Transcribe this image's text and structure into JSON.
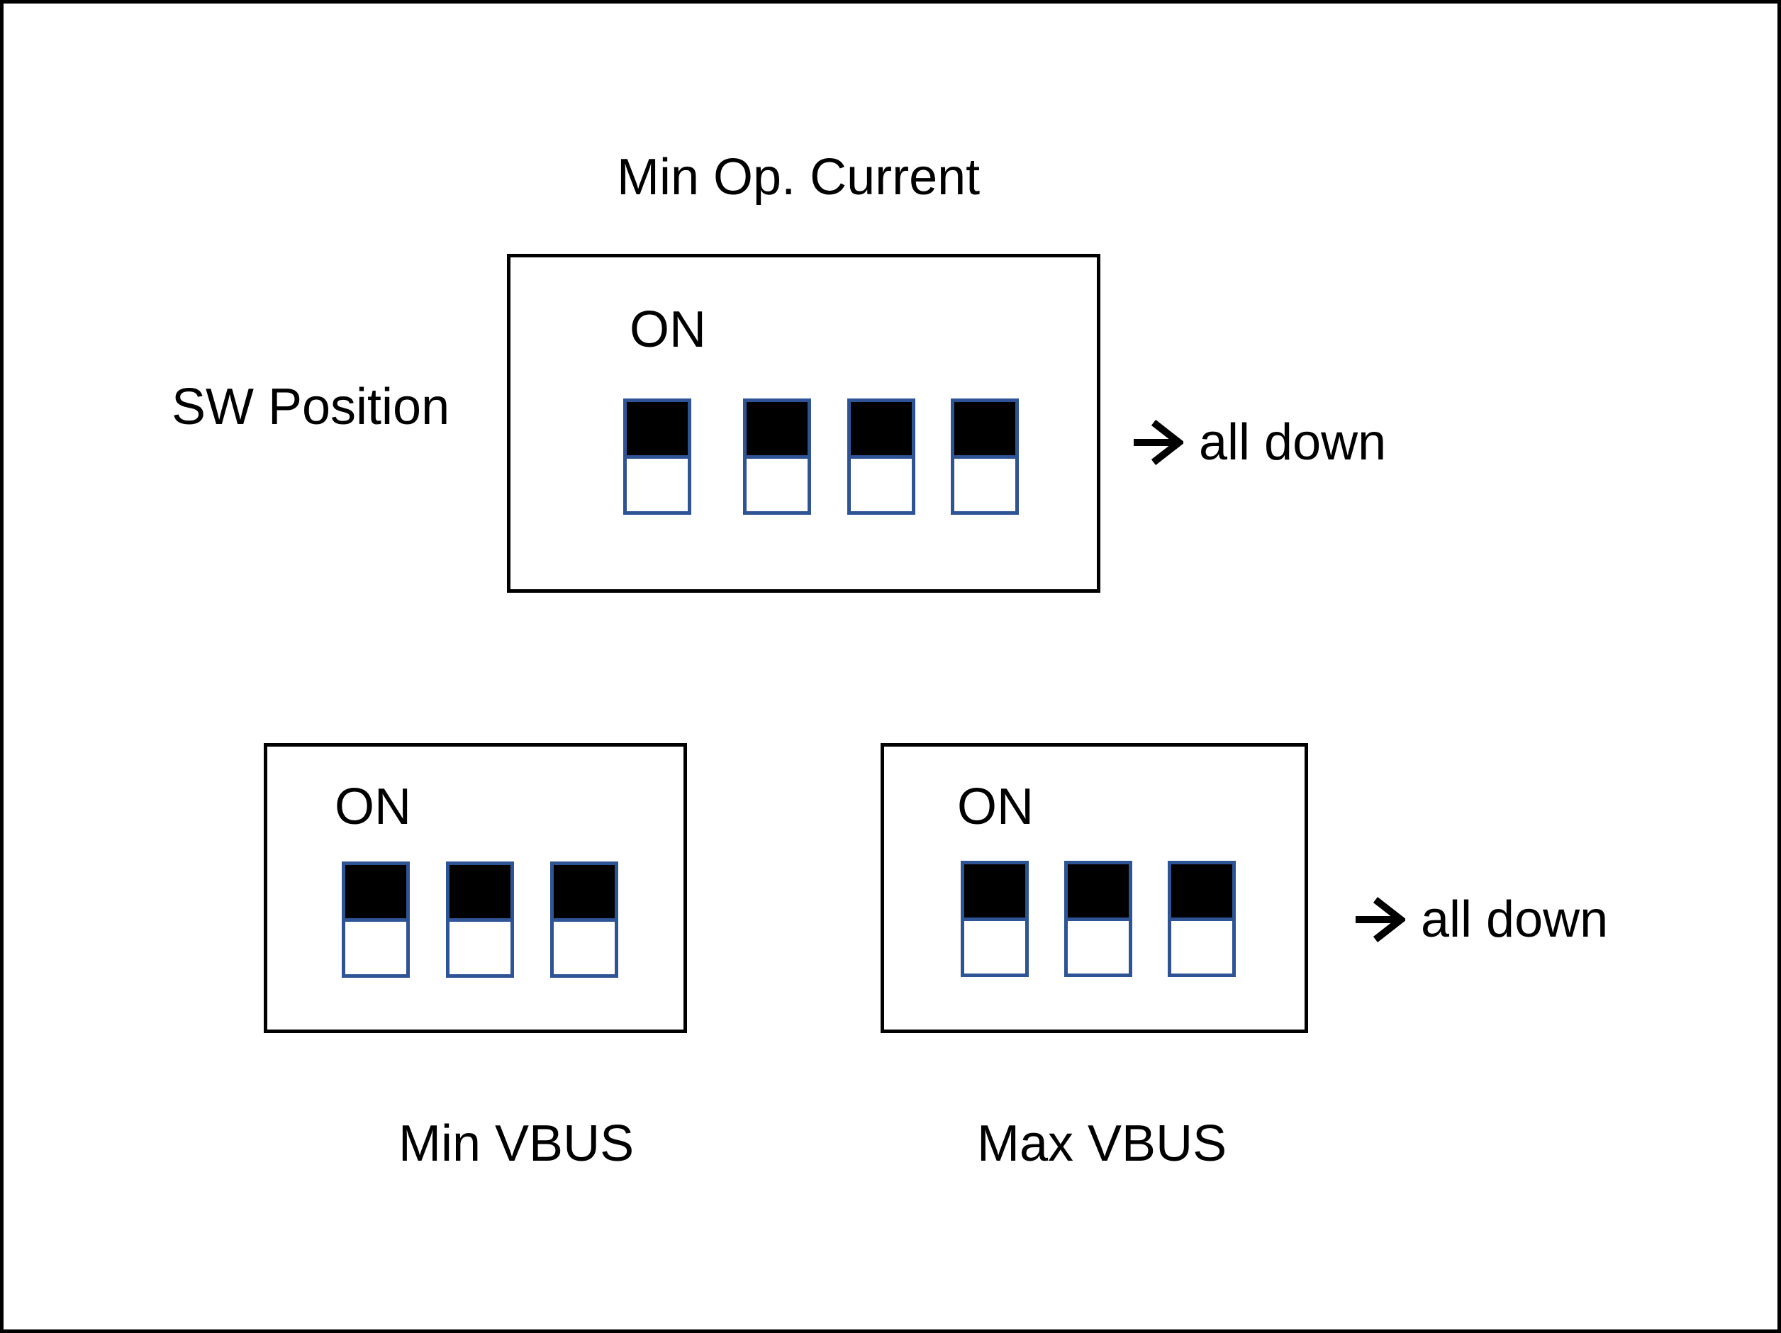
{
  "page": {
    "side_label": "SW Position"
  },
  "colors": {
    "background": "#FFFFFF",
    "text": "#000000",
    "box_border": "#000000",
    "switch_border": "#2F5496",
    "switch_on_fill": "#000000"
  },
  "groups": [
    {
      "id": "min-op-current",
      "title": "Min Op. Current",
      "title_position": "above",
      "on_label": "ON",
      "switch_count": 4,
      "switches": [
        "down",
        "down",
        "down",
        "down"
      ],
      "annotation": {
        "icon": "right-arrow",
        "text": "all down"
      }
    },
    {
      "id": "min-vbus",
      "title": "Min VBUS",
      "title_position": "below",
      "on_label": "ON",
      "switch_count": 3,
      "switches": [
        "down",
        "down",
        "down"
      ],
      "annotation": null
    },
    {
      "id": "max-vbus",
      "title": "Max VBUS",
      "title_position": "below",
      "on_label": "ON",
      "switch_count": 3,
      "switches": [
        "down",
        "down",
        "down"
      ],
      "annotation": {
        "icon": "right-arrow",
        "text": "all down"
      }
    }
  ]
}
